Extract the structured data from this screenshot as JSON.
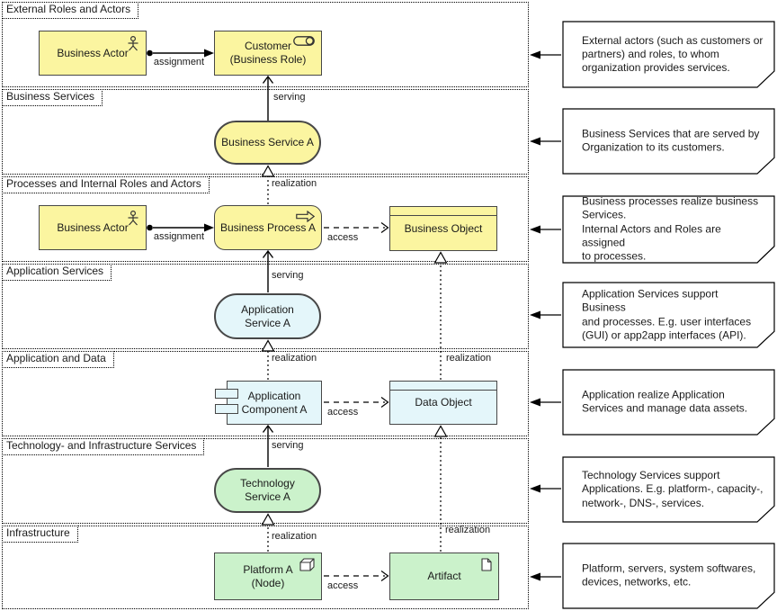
{
  "bands": [
    {
      "label": "External Roles and Actors"
    },
    {
      "label": "Business Services"
    },
    {
      "label": "Processes and Internal Roles and Actors"
    },
    {
      "label": "Application Services"
    },
    {
      "label": "Application and Data"
    },
    {
      "label": "Technology- and Infrastructure Services"
    },
    {
      "label": "Infrastructure"
    }
  ],
  "nodes": {
    "business_actor_1": {
      "label": "Business Actor"
    },
    "customer_role": {
      "label": "Customer\n(Business Role)"
    },
    "business_service_a": {
      "label": "Business Service A"
    },
    "business_actor_2": {
      "label": "Business Actor"
    },
    "business_process_a": {
      "label": "Business Process A"
    },
    "business_object": {
      "label": "Business Object"
    },
    "application_service_a": {
      "label": "Application\nService A"
    },
    "application_component_a": {
      "label": "Application\nComponent A"
    },
    "data_object": {
      "label": "Data Object"
    },
    "technology_service_a": {
      "label": "Technology\nService A"
    },
    "platform_a": {
      "label": "Platform A\n(Node)"
    },
    "artifact": {
      "label": "Artifact"
    }
  },
  "relation_labels": {
    "assignment": "assignment",
    "serving": "serving",
    "realization": "realization",
    "access": "access"
  },
  "annotations": [
    {
      "text": "External actors (such as customers or\npartners) and roles, to whom\norganization provides services."
    },
    {
      "text": "Business Services that are served by\nOrganization to its customers."
    },
    {
      "text": "Business processes realize business\nServices.\nInternal Actors and Roles are assigned\nto processes."
    },
    {
      "text": "Application Services support Business\nand processes. E.g. user interfaces\n(GUI) or app2app interfaces (API)."
    },
    {
      "text": "Application realize Application\nServices and manage data assets."
    },
    {
      "text": "Technology Services support\nApplications. E.g. platform-, capacity-,\nnetwork-, DNS-, services."
    },
    {
      "text": "Platform, servers, system softwares,\ndevices, networks, etc."
    }
  ],
  "colors": {
    "business": "#FBF5A0",
    "application": "#E4F6FA",
    "technology": "#CBF2CB",
    "border": "#474747",
    "note": "#FFFFFF"
  }
}
